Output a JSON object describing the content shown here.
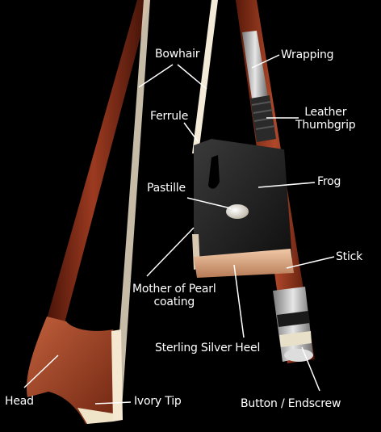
{
  "labels": {
    "bowhair": "Bowhair",
    "wrapping": "Wrapping",
    "ferrule": "Ferrule",
    "leather_thumbgrip": "Leather\nThumbgrip",
    "frog": "Frog",
    "pastille": "Pastille",
    "stick": "Stick",
    "mother_of_pearl_coating": "Mother of Pearl\ncoating",
    "sterling_silver_heel": "Sterling Silver Heel",
    "head": "Head",
    "ivory_tip": "Ivory Tip",
    "button_endscrew": "Button / Endscrew"
  },
  "colors": {
    "background": "#000000",
    "label_text": "#ffffff",
    "leader_line": "#ffffff",
    "pernambuco_wood": "#8a2e1a",
    "ebony_frog": "#1a1a1a",
    "bowhair": "#f3ead8",
    "silver": "#c9c9c9"
  }
}
